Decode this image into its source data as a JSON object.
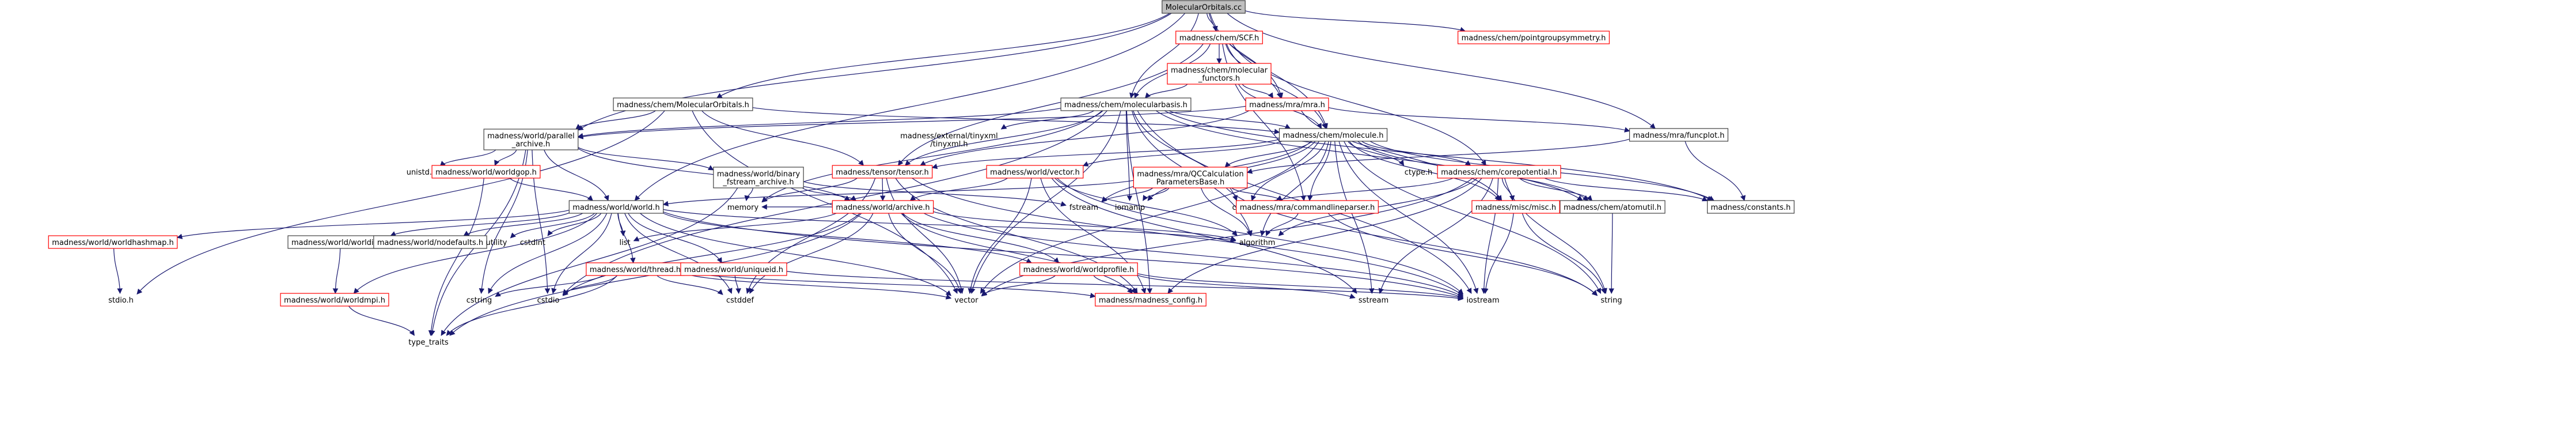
{
  "nodes": [
    {
      "id": "root",
      "label": "MolecularOrbitals.cc",
      "kind": "root"
    },
    {
      "id": "scf",
      "label": "madness/chem/SCF.h",
      "kind": "red"
    },
    {
      "id": "pointgroup",
      "label": "madness/chem/pointgroupsymmetry.h",
      "kind": "red"
    },
    {
      "id": "molfunctors",
      "label": "madness/chem/molecular\n_functors.h",
      "kind": "red"
    },
    {
      "id": "mra",
      "label": "madness/mra/mra.h",
      "kind": "red"
    },
    {
      "id": "molorbh",
      "label": "madness/chem/MolecularOrbitals.h",
      "kind": "normal"
    },
    {
      "id": "molbasis",
      "label": "madness/chem/molecularbasis.h",
      "kind": "normal"
    },
    {
      "id": "funcplot",
      "label": "madness/mra/funcplot.h",
      "kind": "normal"
    },
    {
      "id": "parallel",
      "label": "madness/world/parallel\n_archive.h",
      "kind": "normal"
    },
    {
      "id": "tinyxml",
      "label": "madness/external/tinyxml\n/tinyxml.h",
      "kind": "plain"
    },
    {
      "id": "molecule",
      "label": "madness/chem/molecule.h",
      "kind": "normal"
    },
    {
      "id": "unistd",
      "label": "unistd.h",
      "kind": "plain"
    },
    {
      "id": "worldgop",
      "label": "madness/world/worldgop.h",
      "kind": "red"
    },
    {
      "id": "binary",
      "label": "madness/world/binary\n_fstream_archive.h",
      "kind": "normal"
    },
    {
      "id": "tensor",
      "label": "madness/tensor/tensor.h",
      "kind": "red"
    },
    {
      "id": "vectorh",
      "label": "madness/world/vector.h",
      "kind": "red"
    },
    {
      "id": "qccalc",
      "label": "madness/mra/QCCalculation\nParametersBase.h",
      "kind": "red"
    },
    {
      "id": "ctype",
      "label": "ctype.h",
      "kind": "plain"
    },
    {
      "id": "corepot",
      "label": "madness/chem/corepotential.h",
      "kind": "red"
    },
    {
      "id": "world",
      "label": "madness/world/world.h",
      "kind": "normal"
    },
    {
      "id": "memory",
      "label": "memory",
      "kind": "plain"
    },
    {
      "id": "archive",
      "label": "madness/world/archive.h",
      "kind": "red"
    },
    {
      "id": "fstream",
      "label": "fstream",
      "kind": "plain"
    },
    {
      "id": "iomanip",
      "label": "iomanip",
      "kind": "plain"
    },
    {
      "id": "cmath",
      "label": "cmath",
      "kind": "plain"
    },
    {
      "id": "cmdparser",
      "label": "madness/mra/commandlineparser.h",
      "kind": "red"
    },
    {
      "id": "atomutil",
      "label": "madness/chem/atomutil.h",
      "kind": "normal"
    },
    {
      "id": "misc",
      "label": "madness/misc/misc.h",
      "kind": "red"
    },
    {
      "id": "constants",
      "label": "madness/constants.h",
      "kind": "normal"
    },
    {
      "id": "hashmap",
      "label": "madness/world/worldhashmap.h",
      "kind": "red"
    },
    {
      "id": "worldinit",
      "label": "madness/world/worldinit.h",
      "kind": "normal"
    },
    {
      "id": "nodefaults",
      "label": "madness/world/nodefaults.h",
      "kind": "normal"
    },
    {
      "id": "utility",
      "label": "utility",
      "kind": "plain"
    },
    {
      "id": "cstdint",
      "label": "cstdint",
      "kind": "plain"
    },
    {
      "id": "list",
      "label": "list",
      "kind": "plain"
    },
    {
      "id": "thread",
      "label": "madness/world/thread.h",
      "kind": "red"
    },
    {
      "id": "uniqueid",
      "label": "madness/world/uniqueid.h",
      "kind": "red"
    },
    {
      "id": "profile",
      "label": "madness/world/worldprofile.h",
      "kind": "red"
    },
    {
      "id": "algorithm",
      "label": "algorithm",
      "kind": "plain"
    },
    {
      "id": "stdio",
      "label": "stdio.h",
      "kind": "plain"
    },
    {
      "id": "worldmpi",
      "label": "madness/world/worldmpi.h",
      "kind": "red"
    },
    {
      "id": "cstring",
      "label": "cstring",
      "kind": "plain"
    },
    {
      "id": "cstdio",
      "label": "cstdio",
      "kind": "plain"
    },
    {
      "id": "cstddef",
      "label": "cstddef",
      "kind": "plain"
    },
    {
      "id": "vector",
      "label": "vector",
      "kind": "plain"
    },
    {
      "id": "config",
      "label": "madness/madness_config.h",
      "kind": "red"
    },
    {
      "id": "sstream",
      "label": "sstream",
      "kind": "plain"
    },
    {
      "id": "iostream",
      "label": "iostream",
      "kind": "plain"
    },
    {
      "id": "string",
      "label": "string",
      "kind": "plain"
    },
    {
      "id": "typetraits",
      "label": "type_traits",
      "kind": "plain"
    }
  ],
  "edges": [
    [
      "root",
      "scf"
    ],
    [
      "root",
      "pointgroup"
    ],
    [
      "root",
      "molorbh"
    ],
    [
      "root",
      "molbasis"
    ],
    [
      "root",
      "mra"
    ],
    [
      "root",
      "funcplot"
    ],
    [
      "root",
      "parallel"
    ],
    [
      "root",
      "molecule"
    ],
    [
      "root",
      "world"
    ],
    [
      "scf",
      "molfunctors"
    ],
    [
      "scf",
      "mra"
    ],
    [
      "scf",
      "molbasis"
    ],
    [
      "scf",
      "molecule"
    ],
    [
      "scf",
      "corepot"
    ],
    [
      "scf",
      "tensor"
    ],
    [
      "scf",
      "cmdparser"
    ],
    [
      "molfunctors",
      "molbasis"
    ],
    [
      "molfunctors",
      "mra"
    ],
    [
      "molfunctors",
      "molecule"
    ],
    [
      "mra",
      "tensor"
    ],
    [
      "mra",
      "parallel"
    ],
    [
      "mra",
      "funcplot"
    ],
    [
      "mra",
      "misc"
    ],
    [
      "molorbh",
      "parallel"
    ],
    [
      "molorbh",
      "tensor"
    ],
    [
      "molorbh",
      "molecule"
    ],
    [
      "molorbh",
      "stdio"
    ],
    [
      "molorbh",
      "vector"
    ],
    [
      "molbasis",
      "tinyxml"
    ],
    [
      "molbasis",
      "molecule"
    ],
    [
      "molbasis",
      "tensor"
    ],
    [
      "molbasis",
      "parallel"
    ],
    [
      "molbasis",
      "atomutil"
    ],
    [
      "molbasis",
      "constants"
    ],
    [
      "molbasis",
      "vector"
    ],
    [
      "molbasis",
      "iomanip"
    ],
    [
      "molbasis",
      "algorithm"
    ],
    [
      "molbasis",
      "cstdio"
    ],
    [
      "molbasis",
      "iostream"
    ],
    [
      "molbasis",
      "config"
    ],
    [
      "molbasis",
      "memory"
    ],
    [
      "molbasis",
      "cmath"
    ],
    [
      "funcplot",
      "qccalc"
    ],
    [
      "funcplot",
      "constants"
    ],
    [
      "parallel",
      "unistd"
    ],
    [
      "parallel",
      "worldgop"
    ],
    [
      "parallel",
      "binary"
    ],
    [
      "parallel",
      "world"
    ],
    [
      "parallel",
      "archive"
    ],
    [
      "parallel",
      "cstring"
    ],
    [
      "parallel",
      "cstdio"
    ],
    [
      "parallel",
      "typetraits"
    ],
    [
      "worldgop",
      "world"
    ],
    [
      "worldgop",
      "typetraits"
    ],
    [
      "binary",
      "archive"
    ],
    [
      "binary",
      "memory"
    ],
    [
      "binary",
      "fstream"
    ],
    [
      "binary",
      "typetraits"
    ],
    [
      "molecule",
      "tensor"
    ],
    [
      "molecule",
      "vectorh"
    ],
    [
      "molecule",
      "qccalc"
    ],
    [
      "molecule",
      "ctype"
    ],
    [
      "molecule",
      "corepot"
    ],
    [
      "molecule",
      "atomutil"
    ],
    [
      "molecule",
      "misc"
    ],
    [
      "molecule",
      "cmdparser"
    ],
    [
      "molecule",
      "fstream"
    ],
    [
      "molecule",
      "iomanip"
    ],
    [
      "molecule",
      "cmath"
    ],
    [
      "molecule",
      "algorithm"
    ],
    [
      "molecule",
      "vector"
    ],
    [
      "molecule",
      "string"
    ],
    [
      "molecule",
      "sstream"
    ],
    [
      "molecule",
      "constants"
    ],
    [
      "molecule",
      "iostream"
    ],
    [
      "tensor",
      "archive"
    ],
    [
      "tensor",
      "vector"
    ],
    [
      "tensor",
      "config"
    ],
    [
      "tensor",
      "cstddef"
    ],
    [
      "tensor",
      "memory"
    ],
    [
      "tensor",
      "iostream"
    ],
    [
      "vectorh",
      "archive"
    ],
    [
      "vectorh",
      "vector"
    ],
    [
      "vectorh",
      "config"
    ],
    [
      "vectorh",
      "sstream"
    ],
    [
      "vectorh",
      "algorithm"
    ],
    [
      "vectorh",
      "iostream"
    ],
    [
      "qccalc",
      "cmdparser"
    ],
    [
      "qccalc",
      "fstream"
    ],
    [
      "qccalc",
      "world"
    ],
    [
      "qccalc",
      "algorithm"
    ],
    [
      "qccalc",
      "string"
    ],
    [
      "qccalc",
      "iomanip"
    ],
    [
      "corepot",
      "atomutil"
    ],
    [
      "corepot",
      "constants"
    ],
    [
      "corepot",
      "misc"
    ],
    [
      "corepot",
      "cmath"
    ],
    [
      "corepot",
      "algorithm"
    ],
    [
      "corepot",
      "string"
    ],
    [
      "corepot",
      "iostream"
    ],
    [
      "corepot",
      "sstream"
    ],
    [
      "corepot",
      "vector"
    ],
    [
      "corepot",
      "config"
    ],
    [
      "world",
      "hashmap"
    ],
    [
      "world",
      "worldinit"
    ],
    [
      "world",
      "nodefaults"
    ],
    [
      "world",
      "utility"
    ],
    [
      "world",
      "cstdint"
    ],
    [
      "world",
      "list"
    ],
    [
      "world",
      "thread"
    ],
    [
      "world",
      "uniqueid"
    ],
    [
      "world",
      "profile"
    ],
    [
      "world",
      "algorithm"
    ],
    [
      "world",
      "cstring"
    ],
    [
      "world",
      "cstdio"
    ],
    [
      "world",
      "cstddef"
    ],
    [
      "world",
      "vector"
    ],
    [
      "world",
      "iostream"
    ],
    [
      "world",
      "worldmpi"
    ],
    [
      "archive",
      "list"
    ],
    [
      "archive",
      "vector"
    ],
    [
      "archive",
      "cstddef"
    ],
    [
      "archive",
      "cstdio"
    ],
    [
      "archive",
      "typetraits"
    ],
    [
      "archive",
      "config"
    ],
    [
      "archive",
      "algorithm"
    ],
    [
      "archive",
      "iostream"
    ],
    [
      "archive",
      "memory"
    ],
    [
      "archive",
      "profile"
    ],
    [
      "cmdparser",
      "algorithm"
    ],
    [
      "cmdparser",
      "string"
    ],
    [
      "atomutil",
      "string"
    ],
    [
      "misc",
      "iostream"
    ],
    [
      "misc",
      "string"
    ],
    [
      "hashmap",
      "stdio"
    ],
    [
      "worldinit",
      "worldmpi"
    ],
    [
      "thread",
      "config"
    ],
    [
      "thread",
      "cstdio"
    ],
    [
      "thread",
      "cstddef"
    ],
    [
      "thread",
      "typetraits"
    ],
    [
      "thread",
      "vector"
    ],
    [
      "thread",
      "cstring"
    ],
    [
      "uniqueid",
      "cstddef"
    ],
    [
      "uniqueid",
      "iostream"
    ],
    [
      "profile",
      "vector"
    ],
    [
      "profile",
      "config"
    ],
    [
      "profile",
      "sstream"
    ],
    [
      "profile",
      "iostream"
    ],
    [
      "worldmpi",
      "typetraits"
    ]
  ]
}
